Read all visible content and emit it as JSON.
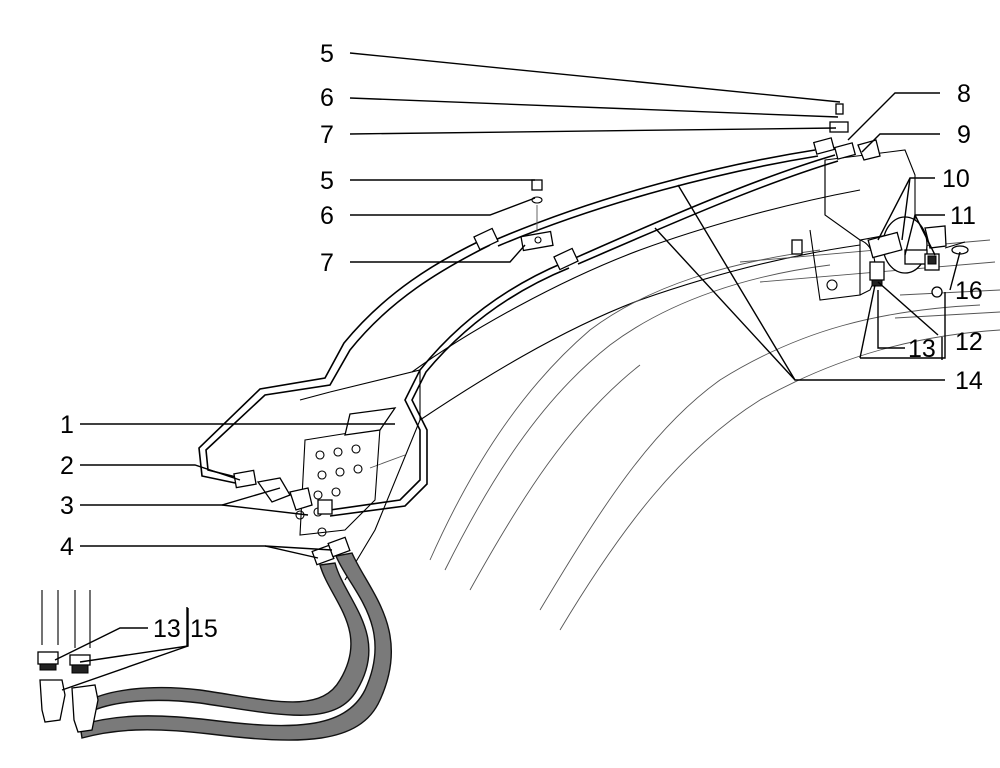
{
  "labels": {
    "l1": "1",
    "l2": "2",
    "l3": "3",
    "l4": "4",
    "l5a": "5",
    "l6a": "6",
    "l7a": "7",
    "l5b": "5",
    "l6b": "6",
    "l7b": "7",
    "l8": "8",
    "l9": "9",
    "l10": "10",
    "l11": "11",
    "l12": "12",
    "l13a": "13",
    "l14": "14",
    "l16": "16",
    "l13b": "13",
    "l15": "15"
  }
}
